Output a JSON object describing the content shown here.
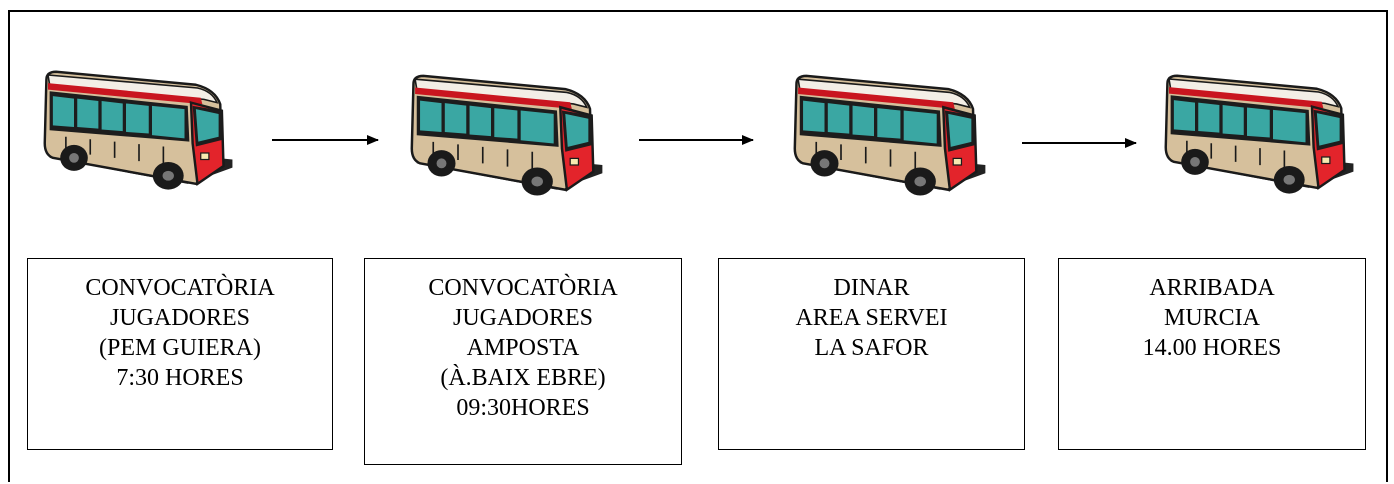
{
  "stops": [
    {
      "lines": [
        "CONVOCATÒRIA",
        "JUGADORES",
        "(PEM GUIERA)",
        "7:30 HORES"
      ]
    },
    {
      "lines": [
        "CONVOCATÒRIA",
        "JUGADORES",
        "AMPOSTA",
        "(À.BAIX EBRE)",
        "09:30HORES"
      ]
    },
    {
      "lines": [
        "DINAR",
        "AREA SERVEI",
        "LA SAFOR"
      ]
    },
    {
      "lines": [
        "ARRIBADA",
        "MURCIA",
        "14.00 HORES"
      ]
    }
  ],
  "colors": {
    "bus_body": "#d8c3a0",
    "bus_front": "#e3242b",
    "bus_windows": "#3aa7a3",
    "bus_trim": "#1a1a1a",
    "bus_stripe": "#c9151f"
  },
  "icons": [
    "bus-icon",
    "arrow-right-icon"
  ]
}
